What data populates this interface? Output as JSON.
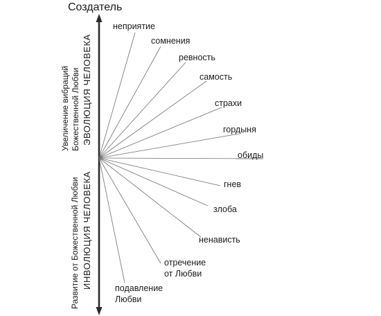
{
  "top_label": "Создатель",
  "upper_side": {
    "line1": "Увеличение вибраций",
    "line2": "Божественной Любви",
    "line3": "ЭВОЛЮЦИЯ  ЧЕЛОВЕКА"
  },
  "lower_side": {
    "line1": "Развитие  от Божественной Любви",
    "line2": "ИНВОЛЮЦИЯ ЧЕЛОВЕКА"
  },
  "ray_labels": [
    {
      "lines": [
        "неприятие"
      ]
    },
    {
      "lines": [
        "сомнения"
      ]
    },
    {
      "lines": [
        "ревность"
      ]
    },
    {
      "lines": [
        "самость"
      ]
    },
    {
      "lines": [
        "страхи"
      ]
    },
    {
      "lines": [
        "гордыня"
      ]
    },
    {
      "lines": [
        "обиды"
      ]
    },
    {
      "lines": [
        "гнев"
      ]
    },
    {
      "lines": [
        "злоба"
      ]
    },
    {
      "lines": [
        "ненависть"
      ]
    },
    {
      "lines": [
        "отречение",
        "от Любви"
      ]
    },
    {
      "lines": [
        "подавление",
        "Любви"
      ]
    }
  ]
}
